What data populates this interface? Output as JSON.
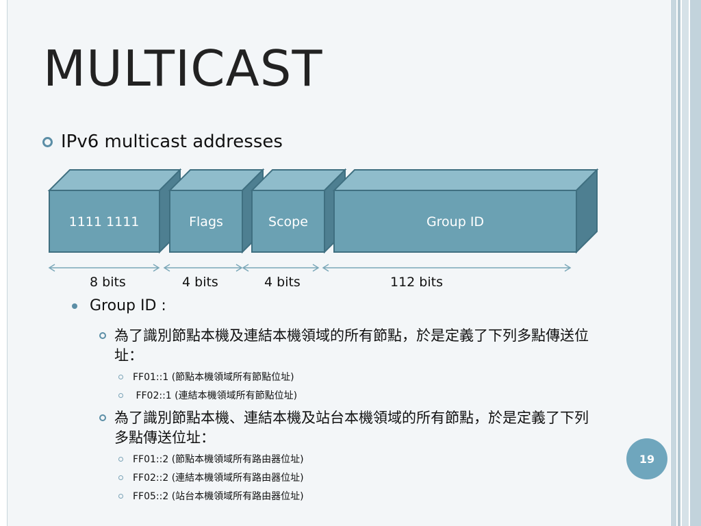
{
  "slide": {
    "title": "MULTICAST",
    "bullet": "IPv6 multicast addresses",
    "blocks": [
      "1111 1111",
      "Flags",
      "Scope",
      "Group ID"
    ],
    "dimensions": [
      "8 bits",
      "4 bits",
      "4 bits",
      "112 bits"
    ],
    "group_id_heading": "Group ID :",
    "sub1": {
      "text": "為了識別節點本機及連結本機領域的所有節點，於是定義了下列多點傳送位址：",
      "items": [
        "FF01::1 (節點本機領域所有節點位址)",
        " FF02::1 (連結本機領域所有節點位址)"
      ]
    },
    "sub2": {
      "text": "為了識別節點本機、連結本機及站台本機領域的所有節點，於是定義了下列多點傳送位址：",
      "items": [
        "FF01::2 (節點本機領域所有路由器位址)",
        "FF02::2 (連結本機領域所有路由器位址)",
        "FF05::2 (站台本機領域所有路由器位址)"
      ]
    },
    "page_number": "19"
  },
  "colors": {
    "block_front": "#6ba1b3",
    "block_top": "#8fbccb",
    "block_side": "#4e7f91",
    "block_border": "#3f6f80",
    "accent": "#5b8ea6"
  }
}
